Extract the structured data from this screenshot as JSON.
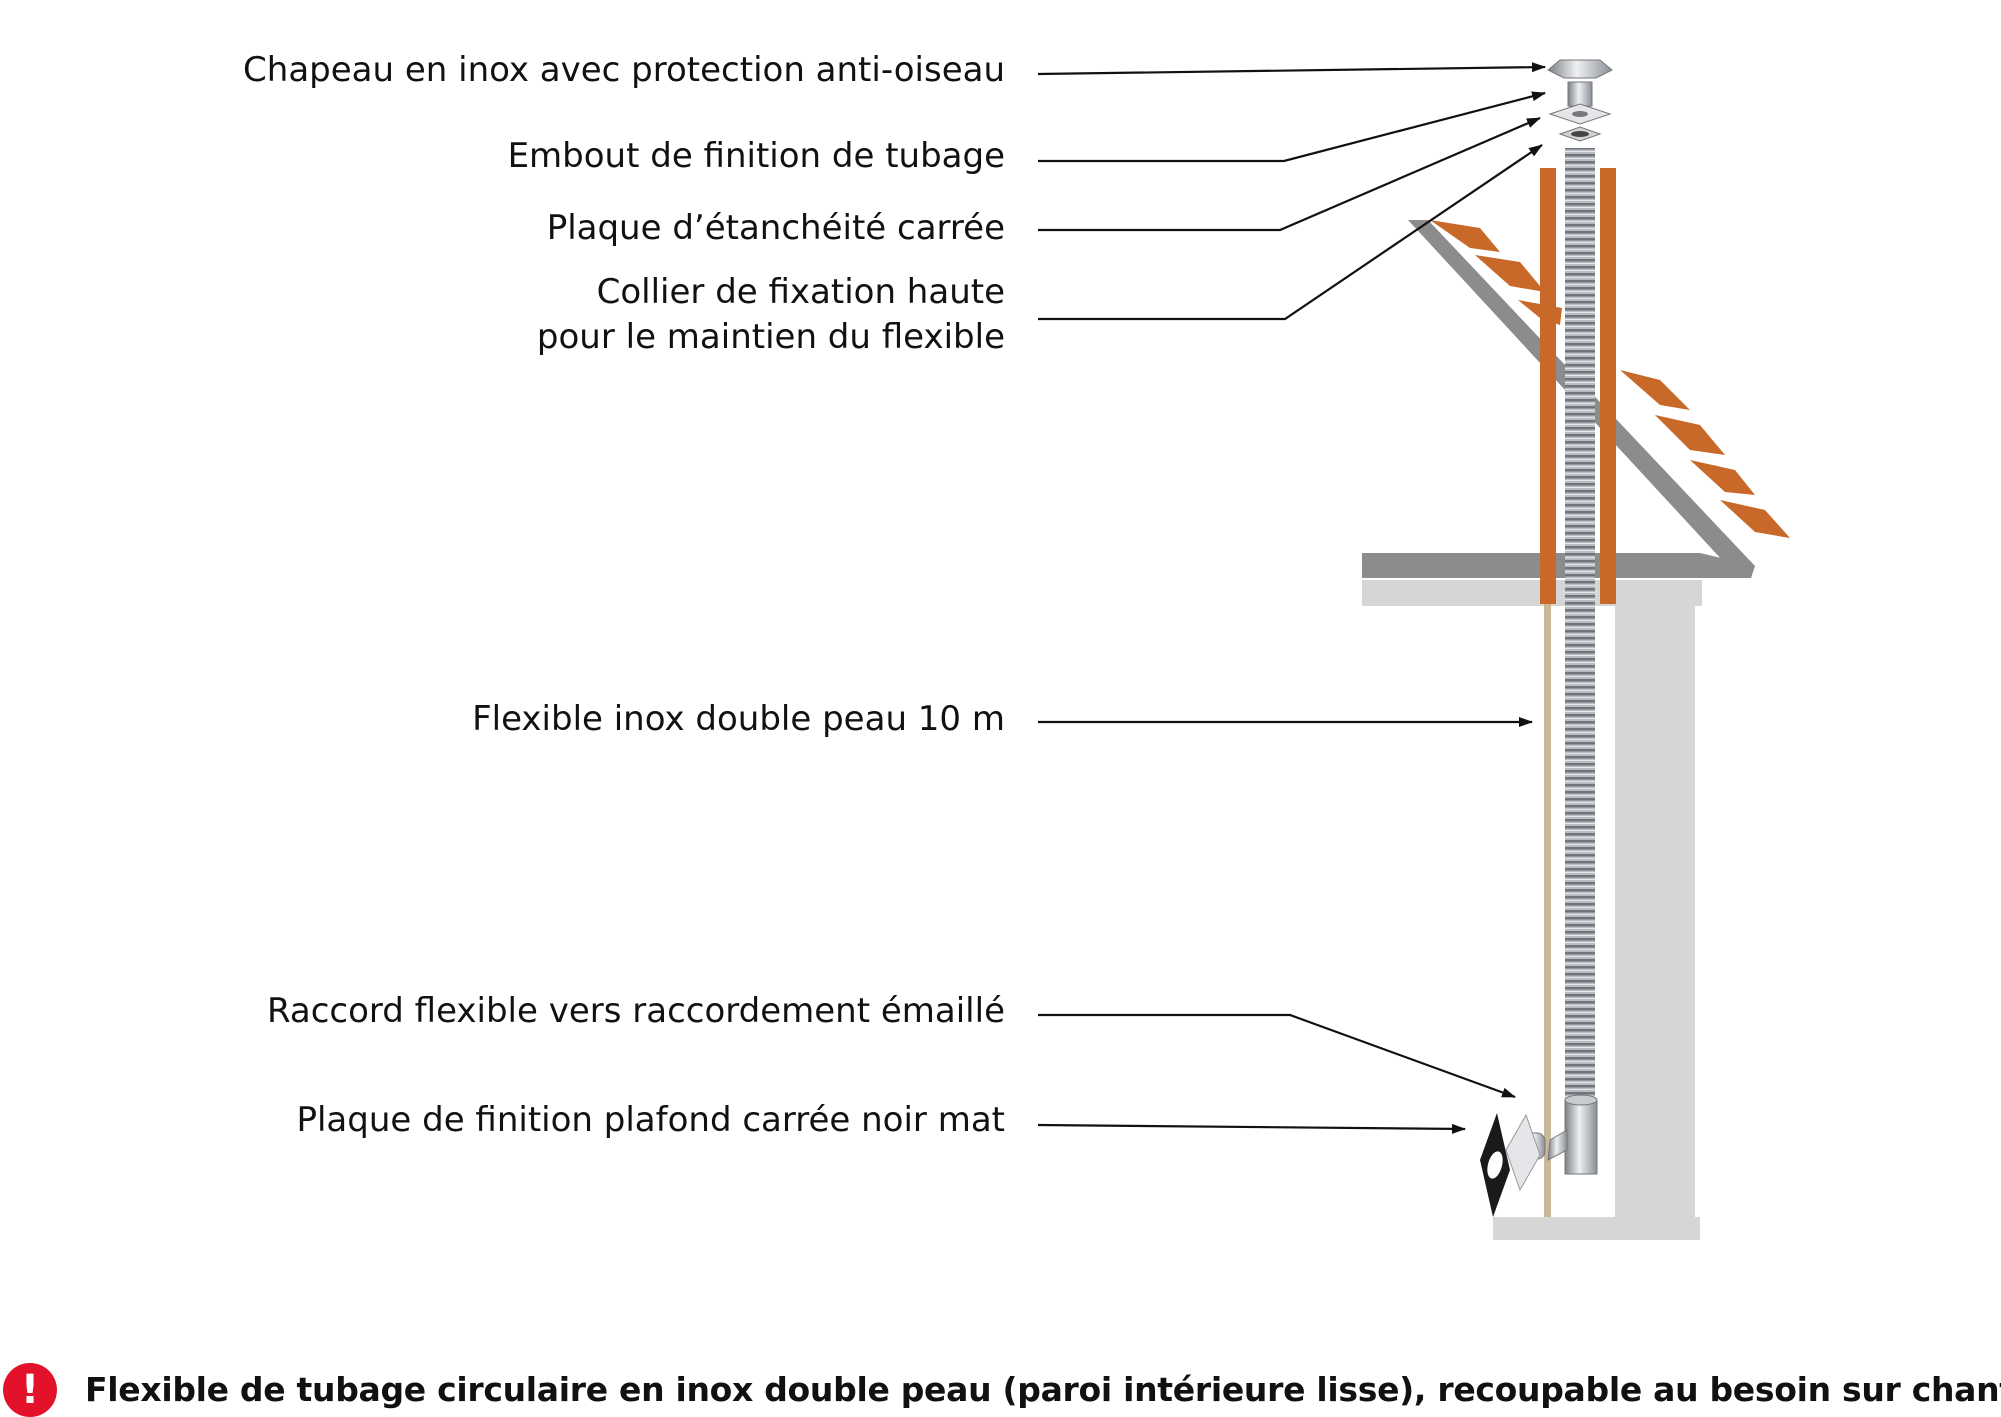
{
  "labels": {
    "chapeau": "Chapeau en inox avec protection anti-oiseau",
    "embout": "Embout de finition de tubage",
    "plaque_etancheite": "Plaque d’étanchéité carrée",
    "collier_line1": "Collier de fixation haute",
    "collier_line2": "pour le maintien du flexible",
    "flexible": "Flexible inox double peau 10 m",
    "raccord": "Raccord flexible vers raccordement émaillé",
    "plaque_finition": "Plaque de finition plafond carrée noir mat"
  },
  "note": {
    "icon": "exclamation-icon",
    "text": "Flexible de tubage circulaire en inox double peau (paroi intérieure lisse), recoupable au besoin sur chantier."
  },
  "colors": {
    "roof_tile": "#c8692a",
    "roof_slope": "#8c8c8c",
    "wall": "#d6d6d6",
    "chimney_brick": "#c8692a",
    "flexible_pipe": "#9aa0a6",
    "alert_red": "#e3122a"
  }
}
